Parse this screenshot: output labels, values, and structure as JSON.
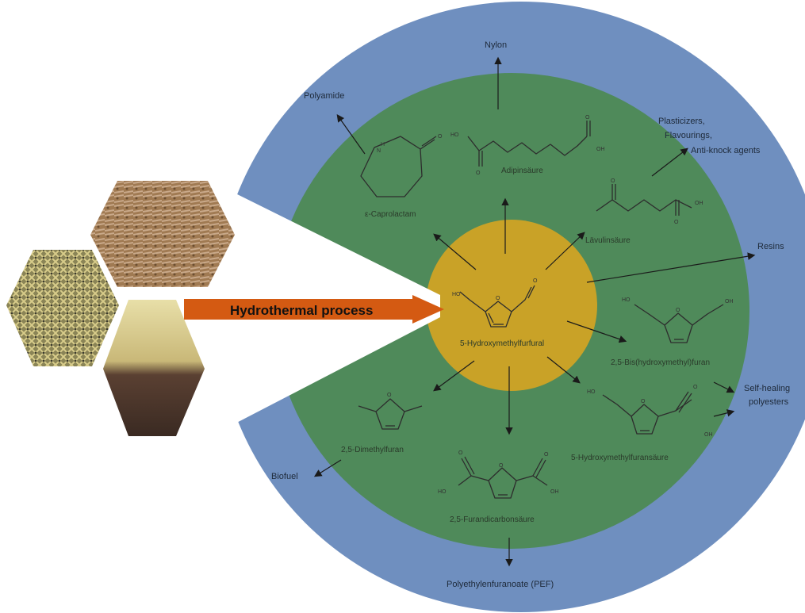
{
  "process": {
    "label": "Hydrothermal process"
  },
  "center": {
    "compound": "5-Hydroxymethylfurfural"
  },
  "intermediates": {
    "caprolactam": "ε-Caprolactam",
    "adipic": "Adipinsäure",
    "levulinic": "Lävulinsäure",
    "bhmf": "2,5-Bis(hydroxymethyl)furan",
    "hmfa": "5-Hydroxymethylfuransäure",
    "fdca": "2,5-Furandicarbonsäure",
    "dmf": "2,5-Dimethylfuran"
  },
  "products": {
    "nylon": "Nylon",
    "polyamide": "Polyamide",
    "plasticizers": [
      "Plasticizers,",
      "Flavourings,",
      "Anti-knock agents"
    ],
    "resins": "Resins",
    "selfhealing": [
      "Self-healing",
      "polyesters"
    ],
    "pef": "Polyethylenfuranoate (PEF)",
    "biofuel": "Biofuel"
  },
  "atoms": {
    "ho": "HO",
    "oh": "OH",
    "o": "O",
    "h": "H",
    "n": "N"
  },
  "colors": {
    "outer_ring": "#6f8fbf",
    "middle_ring": "#4f8a5a",
    "core": "#c9a227",
    "arrow_process": "#d45a12"
  }
}
